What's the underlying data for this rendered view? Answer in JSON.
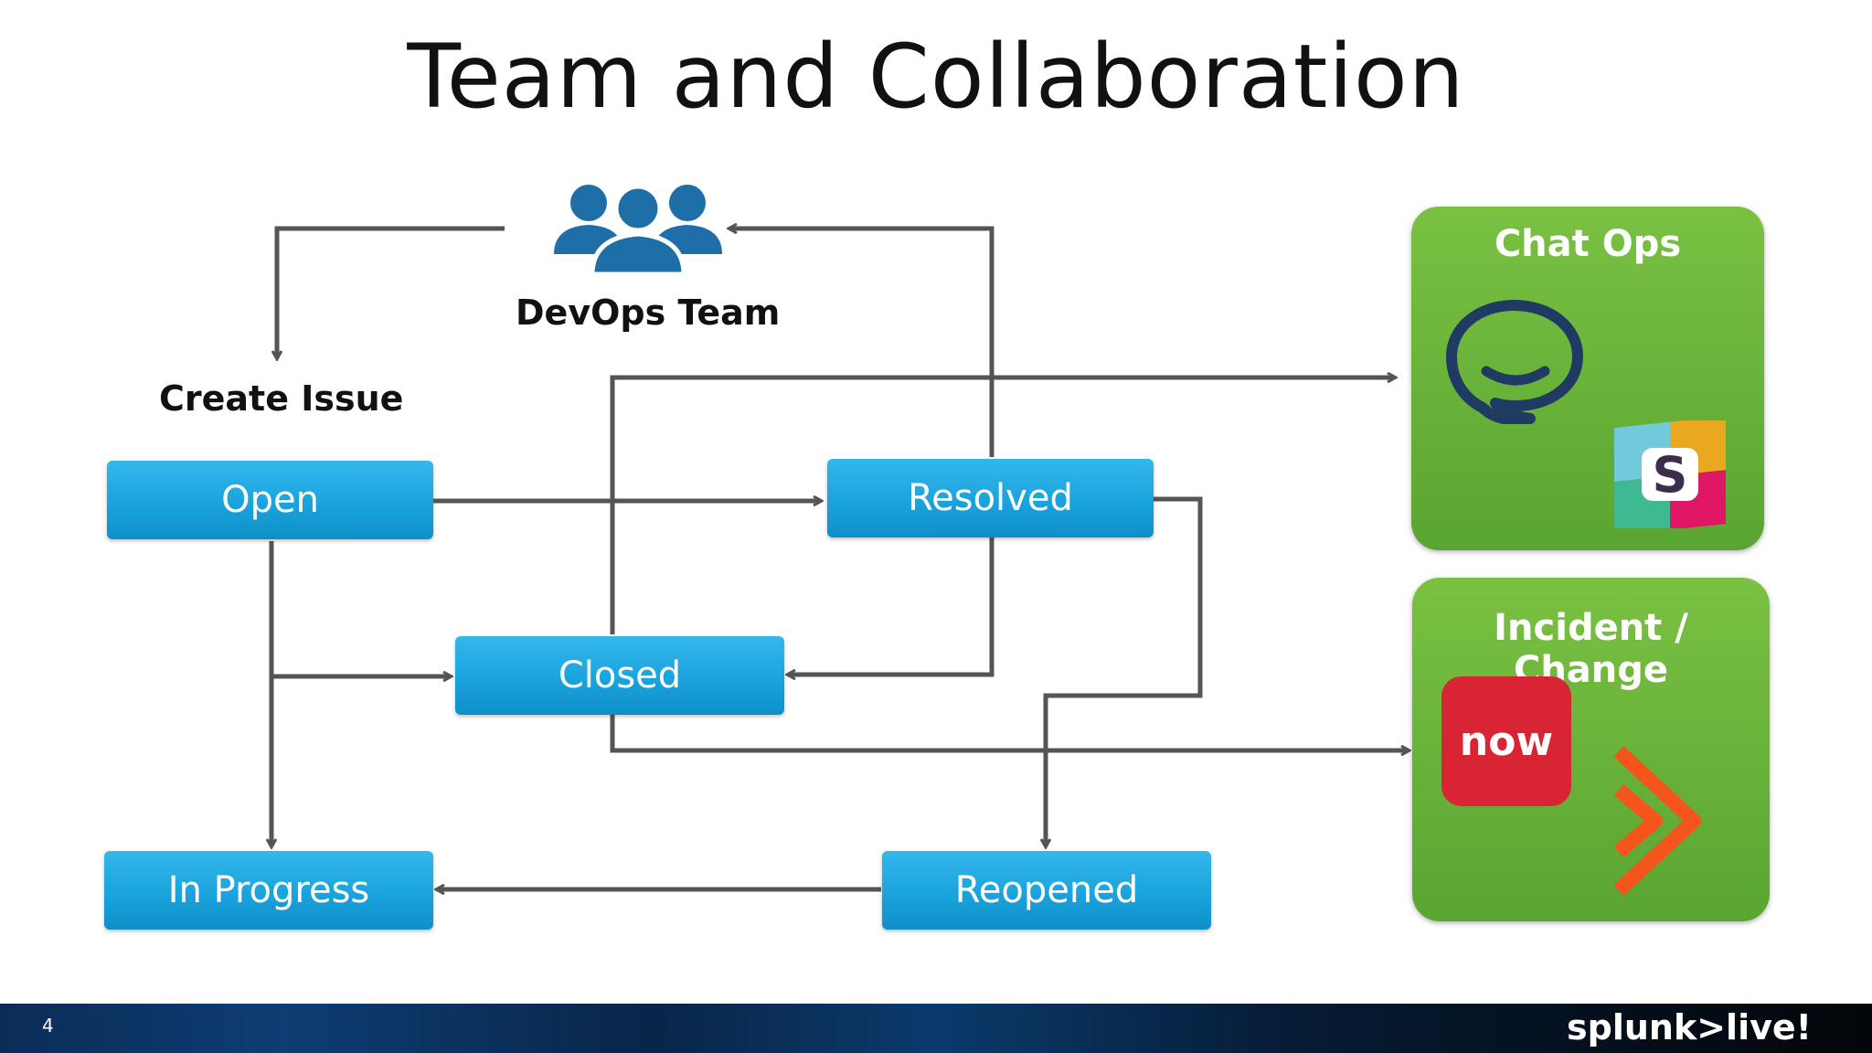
{
  "title": "Team and Collaboration",
  "team": {
    "label": "DevOps Team",
    "icon": "people-group-icon",
    "color": "#1e6fa8"
  },
  "create_issue": {
    "label": "Create Issue"
  },
  "states": {
    "open": "Open",
    "resolved": "Resolved",
    "closed": "Closed",
    "in_progress": "In Progress",
    "reopened": "Reopened"
  },
  "panels": {
    "chat_ops": {
      "title": "Chat Ops",
      "icons": [
        "hipchat-icon",
        "slack-icon"
      ]
    },
    "incident_change": {
      "title": "Incident / Change",
      "icons": [
        "servicenow-icon",
        "bmc-icon"
      ],
      "now_label": "now"
    }
  },
  "colors": {
    "state_box": "#1aa3dc",
    "panel": "#6db33f",
    "arrow": "#555555"
  },
  "footer": {
    "page_number": "4",
    "brand": "splunk>live!"
  }
}
